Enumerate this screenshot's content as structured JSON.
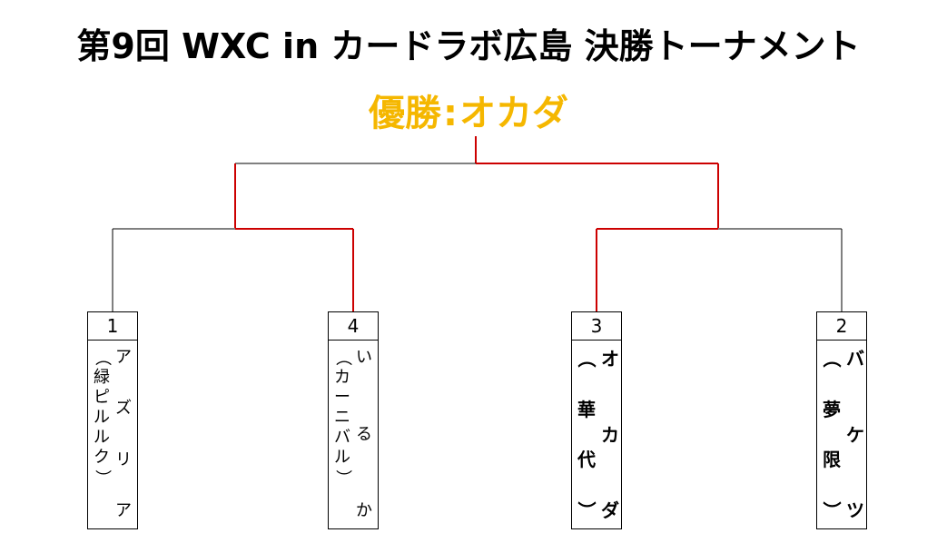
{
  "title": "第9回 WXC in カードラボ広島 決勝トーナメント",
  "winner": {
    "label": "優勝",
    "separator": ":",
    "name": "オカダ"
  },
  "colors": {
    "winner_text": "#f5b700",
    "win_path": "#cc0000",
    "lose_path": "#000000"
  },
  "players": [
    {
      "seed": "1",
      "name": "アズリア",
      "team": "（緑ピルルク）"
    },
    {
      "seed": "4",
      "name": "いるか",
      "team": "（カーニバル）"
    },
    {
      "seed": "3",
      "name": "オカダ",
      "team": "（華代）"
    },
    {
      "seed": "2",
      "name": "バケツ",
      "team": "（夢限）"
    }
  ]
}
